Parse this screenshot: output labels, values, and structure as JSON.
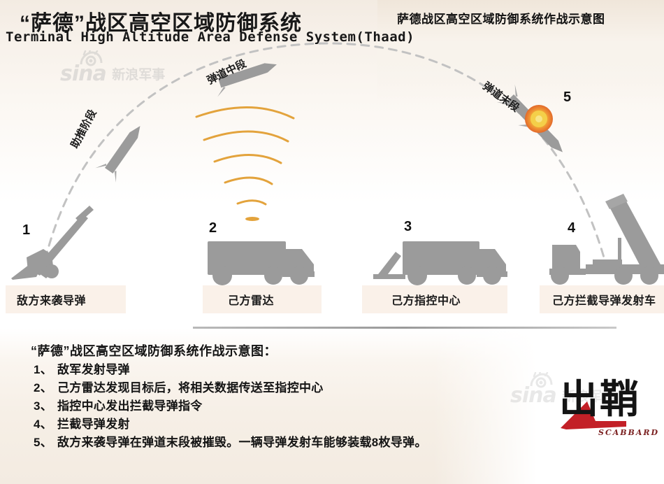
{
  "header": {
    "title_cn": "“萨德”战区高空区域防御系统",
    "title_en": "Terminal High Altitude Area Defense System(Thaad)",
    "corner_title": "萨德战区高空区域防御系统作战示意图"
  },
  "diagram": {
    "phases": [
      {
        "id": "boost",
        "label": "助推阶段"
      },
      {
        "id": "midcourse",
        "label": "弹道中段"
      },
      {
        "id": "terminal",
        "label": "弹道末段"
      }
    ],
    "markers": [
      {
        "number": "1"
      },
      {
        "number": "2"
      },
      {
        "number": "3"
      },
      {
        "number": "4"
      },
      {
        "number": "5"
      }
    ],
    "captions": [
      {
        "number": "1",
        "label": "敌方来袭导弹"
      },
      {
        "number": "2",
        "label": "己方雷达"
      },
      {
        "number": "3",
        "label": "己方指控中心"
      },
      {
        "number": "4",
        "label": "己方拦截导弹发射车"
      }
    ],
    "colors": {
      "unit_gray": "#9b9b9b",
      "radar_wave": "#e8a33d",
      "explosion_outer": "#e8772e",
      "explosion_inner": "#f5d23f",
      "trajectory_dash": "#bdbdbd",
      "caption_bg": "#faf1e9"
    }
  },
  "explanation": {
    "title": "“萨德”战区高空区域防御系统作战示意图：",
    "items": [
      {
        "index": "1、",
        "text": "敌军发射导弹"
      },
      {
        "index": "2、",
        "text": "己方雷达发现目标后，将相关数据传送至指控中心"
      },
      {
        "index": "3、",
        "text": "指控中心发出拦截导弹指令"
      },
      {
        "index": "4、",
        "text": "拦截导弹发射"
      },
      {
        "index": "5、",
        "text": "敌方来袭导弹在弹道末段被摧毁。一辆导弹发射车能够装载8枚导弹。"
      }
    ]
  },
  "watermarks": {
    "sina_text": "sina",
    "sina_cn": "新浪军事"
  },
  "logo": {
    "cn": "出鞘",
    "en": "SCABBARD"
  }
}
